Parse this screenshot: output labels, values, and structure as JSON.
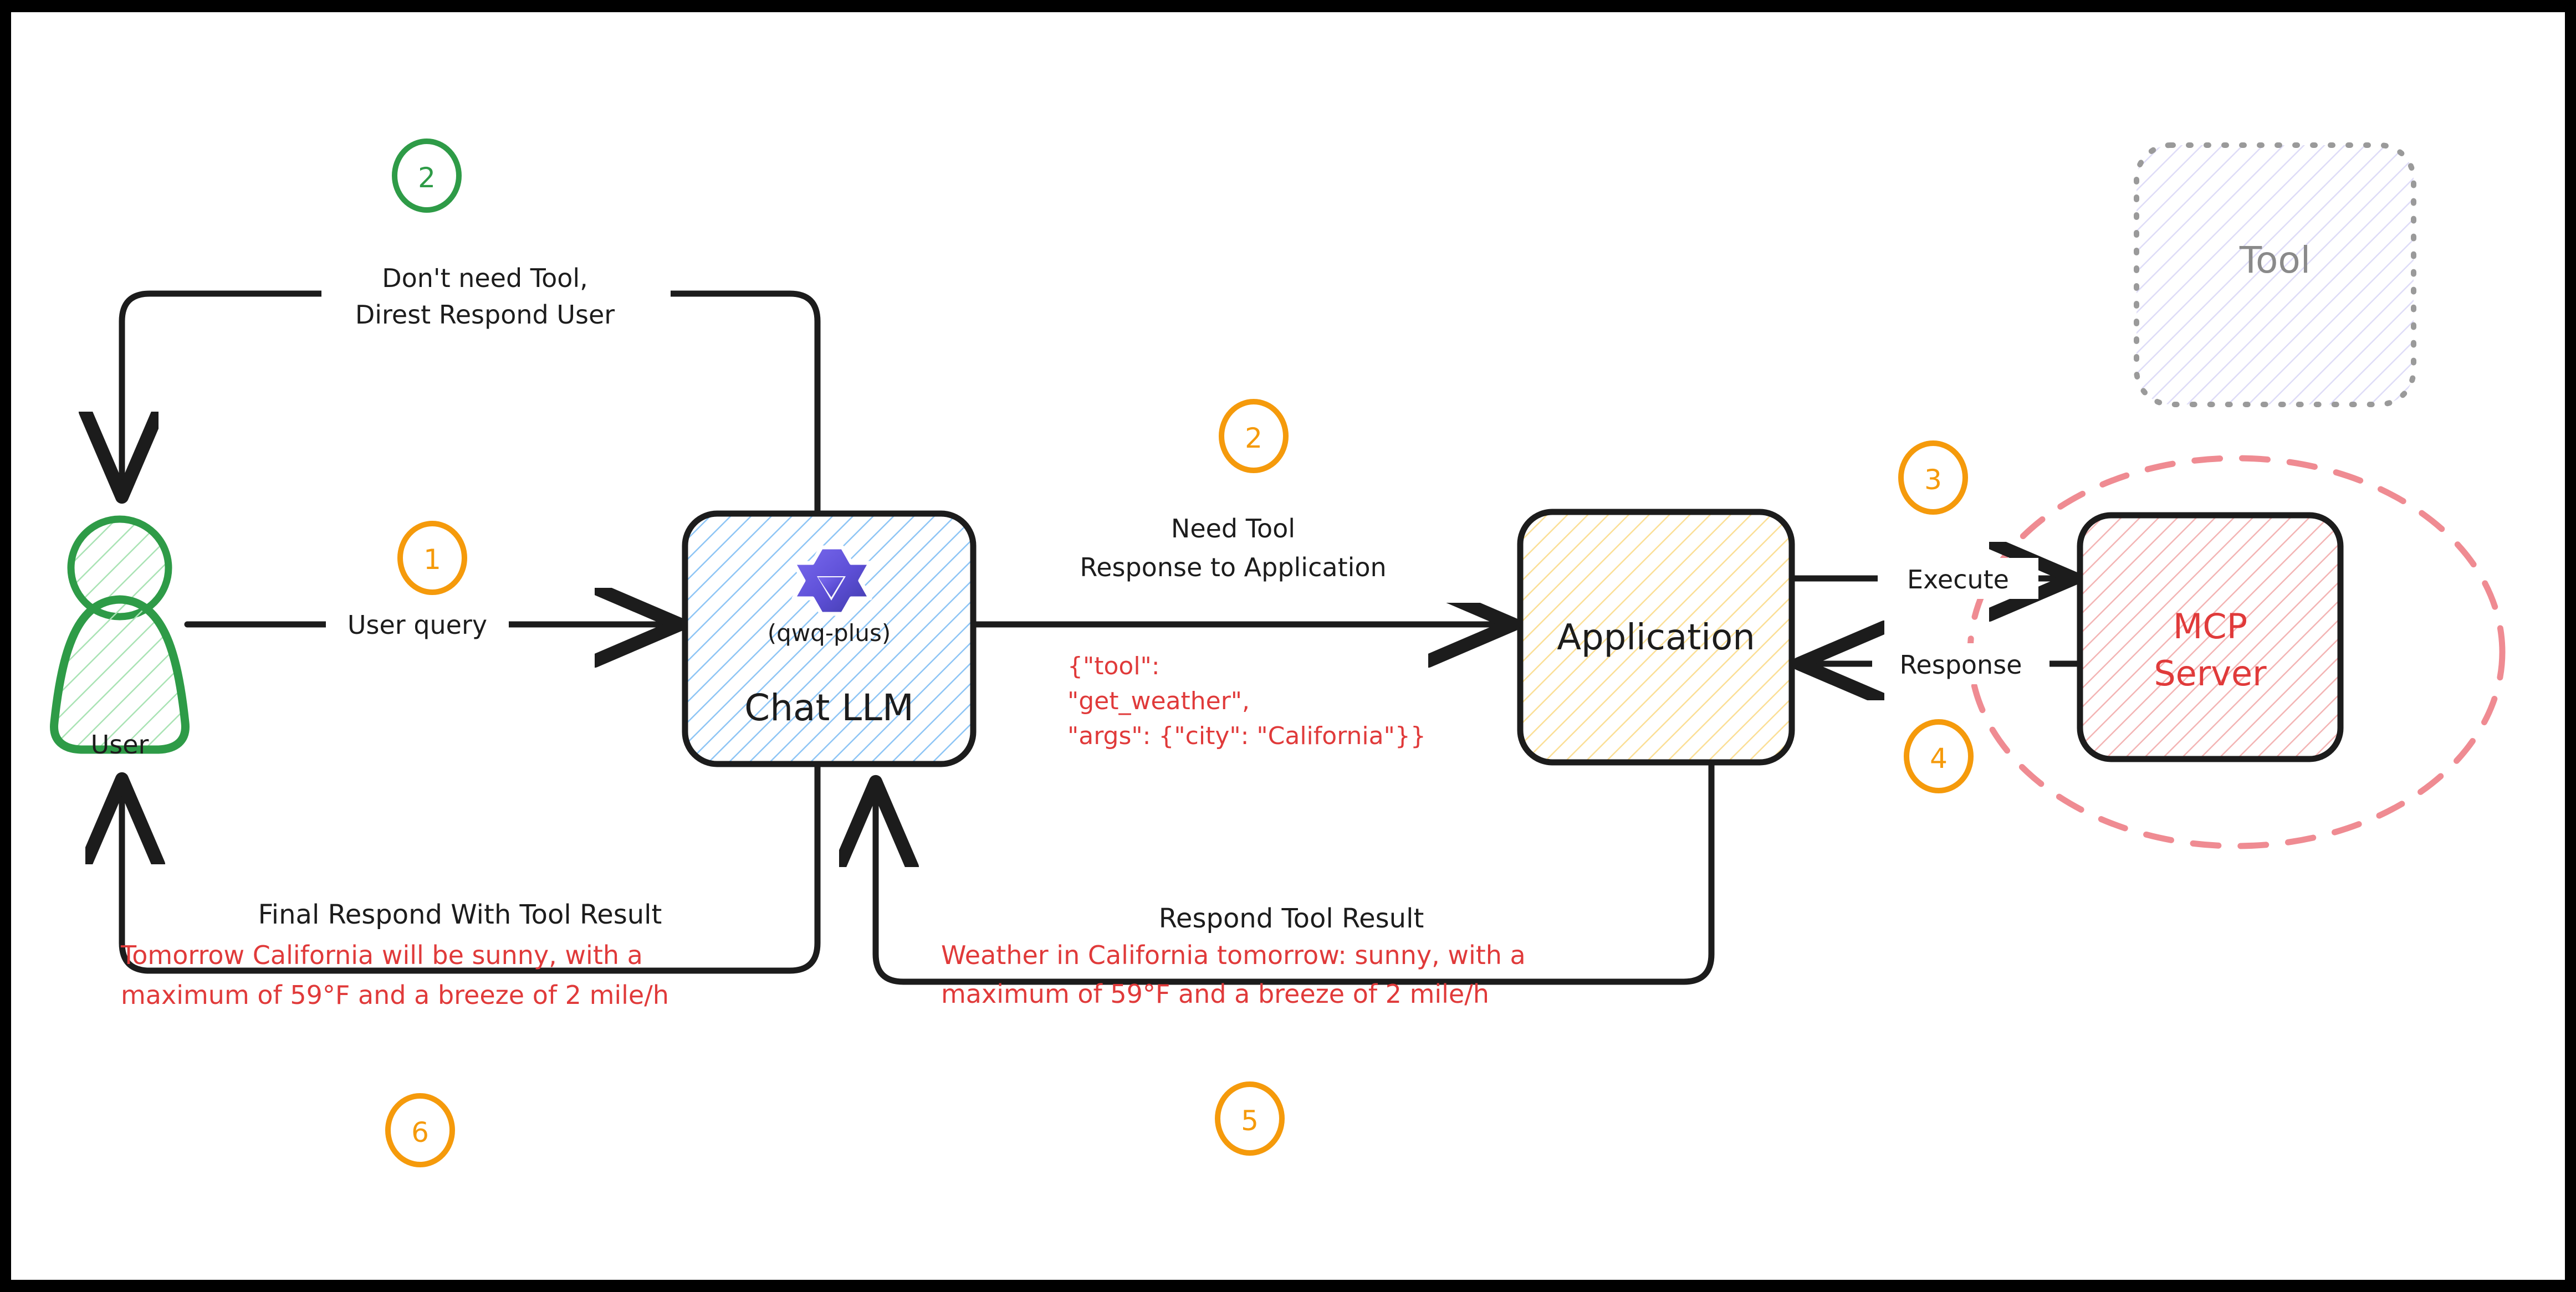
{
  "diagram": {
    "title": "MCP Tool-Calling Flow",
    "background": "#ffffff",
    "border_color": "#000000",
    "colors": {
      "user_green": "#2E9B47",
      "llm_blue": "#78b8f0",
      "app_yellow": "#f5d06a",
      "mcp_red": "#e03a3a",
      "tool_purple": "#c9c7ee",
      "badge_orange": "#f59a0b",
      "badge_green": "#2E9B47",
      "stroke_black": "#1c1c1c",
      "tool_label_gray": "#8a8a8a",
      "ellipse_pink": "#ef8b92"
    }
  },
  "nodes": {
    "user": {
      "label": "User"
    },
    "chat_llm": {
      "model": "(qwq-plus)",
      "label": "Chat LLM",
      "icon": "qwen-logo-icon"
    },
    "application": {
      "label": "Application"
    },
    "mcp_server": {
      "line1": "MCP",
      "line2": "Server"
    },
    "tool": {
      "label": "Tool"
    }
  },
  "badges": [
    {
      "id": "badge-1",
      "number": "1",
      "color": "#f59a0b"
    },
    {
      "id": "badge-2-green",
      "number": "2",
      "color": "#2E9B47"
    },
    {
      "id": "badge-2-orange",
      "number": "2",
      "color": "#f59a0b"
    },
    {
      "id": "badge-3",
      "number": "3",
      "color": "#f59a0b"
    },
    {
      "id": "badge-4",
      "number": "4",
      "color": "#f59a0b"
    },
    {
      "id": "badge-5",
      "number": "5",
      "color": "#f59a0b"
    },
    {
      "id": "badge-6",
      "number": "6",
      "color": "#f59a0b"
    }
  ],
  "edges": {
    "user_query": "User query",
    "no_tool_line1": "Don't need Tool,",
    "no_tool_line2": "Direst Respond User",
    "need_tool_line1": "Need Tool",
    "need_tool_line2": "Response to Application",
    "execute": "Execute",
    "response": "Response",
    "respond_tool_result": "Respond Tool Result",
    "final_respond": "Final Respond With Tool Result"
  },
  "annotations": {
    "tool_call_json": {
      "line1": "{\"tool\":",
      "line2": "\"get_weather\",",
      "line3": "\"args\": {\"city\": \"California\"}}",
      "color": "#e03a3a"
    },
    "tool_result_text": {
      "line1": "Weather in California tomorrow: sunny, with a",
      "line2": "maximum of 59°F and a breeze of 2 mile/h",
      "color": "#e03a3a"
    },
    "final_answer_text": {
      "line1": "Tomorrow California will be sunny, with a",
      "line2": "maximum of 59°F and a breeze of 2 mile/h",
      "color": "#e03a3a"
    }
  }
}
